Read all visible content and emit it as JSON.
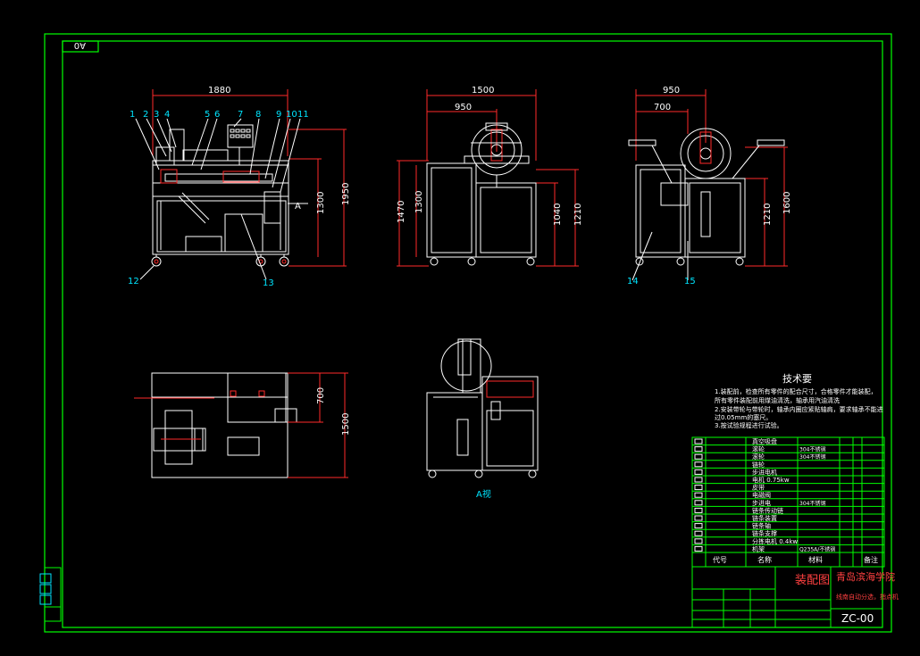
{
  "sheet": {
    "size_label": "A0",
    "view_label": "A视"
  },
  "dims": {
    "front_width": "1880",
    "front_height_total": "1950",
    "front_height_body": "1300",
    "front_marker": "A",
    "side_width": "1500",
    "side_inner": "950",
    "side_h1": "1470",
    "side_h2": "1300",
    "side_h3": "1040",
    "side_h4": "1210",
    "right_width": "950",
    "right_inner": "700",
    "right_h1": "1210",
    "right_h2": "1600",
    "top_h1": "700",
    "top_h2": "1500"
  },
  "callouts": [
    "1",
    "2",
    "3",
    "4",
    "5",
    "6",
    "7",
    "8",
    "9",
    "10",
    "11",
    "12",
    "13",
    "14",
    "15"
  ],
  "notes": {
    "title": "技术要",
    "lines": [
      "1.装配前，检查所有零件的配合尺寸，合格零件才能装配，",
      "所有零件装配前用煤油清洗，轴承用汽油清洗",
      "2.安装带轮与带轮时，轴承内圈应紧贴轴肩，要求轴承不能进",
      "过0.05mm的塞尺。",
      "3.按试验规程进行试验。"
    ]
  },
  "bom": {
    "rows": [
      "真空吸盘",
      "滚轮",
      "滚轮",
      "链轮",
      "步进电机",
      "电机 0.75kw",
      "皮带",
      "电磁阀",
      "步进电",
      "链条传动链",
      "链条装置",
      "链条轴",
      "链条支撑",
      "分拣电机 0.4kw",
      "机架"
    ],
    "materials": [
      "",
      "304不锈钢",
      "304不锈钢",
      "",
      "",
      "",
      "",
      "",
      "304不锈钢",
      "",
      "",
      "",
      "",
      "",
      "Q235A/不锈钢"
    ],
    "header": [
      "代号",
      "名称",
      "材料",
      "备注"
    ]
  },
  "titleblock": {
    "assembly": "装配图",
    "school": "青岛滨海学院",
    "project": "线南自动分选，指点机",
    "drawing_no": "ZC-00"
  }
}
